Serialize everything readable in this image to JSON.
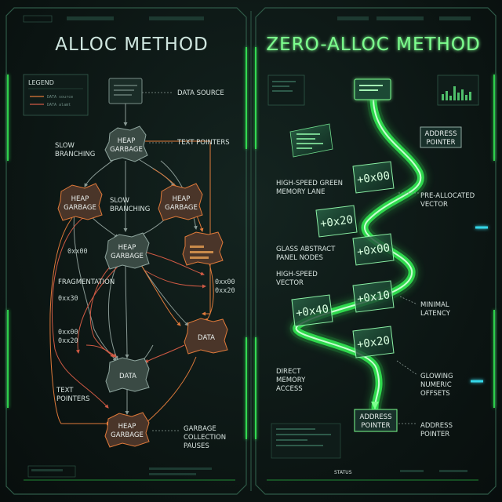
{
  "titles": {
    "left": "ALLOC METHOD",
    "right": "ZERO-ALLOC METHOD"
  },
  "colors": {
    "accent_green": "#39ff5a",
    "orange": "#e07a3a",
    "red_line": "#d05a44",
    "panel_border": "#3a7a5c"
  },
  "legend": {
    "title": "LEGEND",
    "items": [
      {
        "label": "DATA source",
        "color": "#e07a3a"
      },
      {
        "label": "DATA alamt",
        "color": "#d05a44"
      }
    ]
  },
  "left_panel": {
    "nodes": {
      "heap_top": [
        "HEAP",
        "GARBAGE"
      ],
      "heap_left": [
        "HEAP",
        "GARBAGE"
      ],
      "heap_right": [
        "HEAP",
        "GARBAGE"
      ],
      "heap_center": [
        "HEAP",
        "GARBAGE"
      ],
      "data_right": "DATA",
      "data_bottom": "DATA",
      "heap_bottom": [
        "HEAP",
        "GARBAGE"
      ]
    },
    "labels": {
      "data_source": "DATA SOURCE",
      "text_pointers_top": "TEXT POINTERS",
      "slow_branching_left": [
        "SLOW",
        "BRANCHING"
      ],
      "slow_branching_center": [
        "SLOW",
        "BRANCHING"
      ],
      "fragmentation": "FRAGMENTATION",
      "text_pointers_bottom": [
        "TEXT",
        "POINTERS"
      ],
      "garbage_collection_pauses": [
        "GARBAGE",
        "COLLECTION",
        "PAUSES"
      ]
    },
    "addresses": {
      "a1": "0xx00",
      "a2": "0xx30",
      "a3": "0xx00",
      "a4": "0xx20",
      "a5": "0xx00",
      "a6": "0xx20"
    }
  },
  "right_panel": {
    "offsets": [
      "+0x00",
      "+0x20",
      "+0x00",
      "+0x10",
      "+0x40",
      "+0x20"
    ],
    "address_pointer_top": [
      "ADDRESS",
      "POINTER"
    ],
    "address_pointer_bottom": [
      "ADDRESS",
      "POINTER"
    ],
    "labels": {
      "high_speed_lane": [
        "HIGH-SPEED GREEN",
        "MEMORY LANE"
      ],
      "pre_allocated": [
        "PRE-ALLOCATED",
        "VECTOR"
      ],
      "glass_panel": [
        "GLASS ABSTRACT",
        "PANEL NODES"
      ],
      "high_speed_vector": [
        "HIGH-SPEED",
        "VECTOR"
      ],
      "minimal_latency": [
        "MINIMAL",
        "LATENCY"
      ],
      "direct_memory": [
        "DIRECT",
        "MEMORY",
        "ACCESS"
      ],
      "glowing_offsets": [
        "GLOWING",
        "NUMERIC",
        "OFFSETS"
      ],
      "address_pointer_side": [
        "ADDRESS",
        "POINTER"
      ]
    },
    "status_label": "STATUS"
  }
}
